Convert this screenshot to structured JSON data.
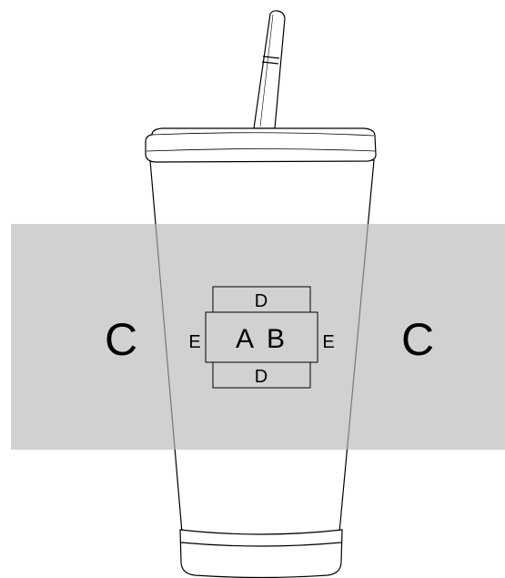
{
  "colors": {
    "background": "#ffffff",
    "band": "#d0d0d0",
    "outline": "#000000"
  },
  "labels": {
    "center_left": "A",
    "center_right": "B",
    "top": "D",
    "bottom": "D",
    "left_small": "E",
    "right_small": "E",
    "left_big": "C",
    "right_big": "C"
  }
}
